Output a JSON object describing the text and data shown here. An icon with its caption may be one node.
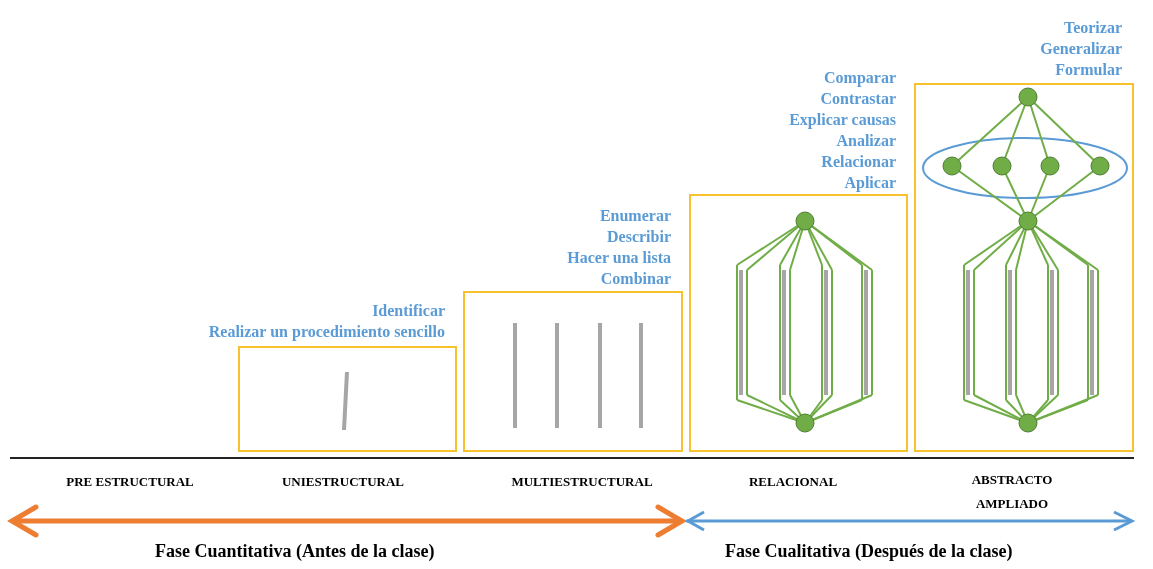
{
  "diagram": {
    "nodes": [
      {
        "text": [
          "Identificar",
          "Realizar un procedimiento sencillo"
        ]
      },
      {
        "text": [
          "Enumerar",
          "Describir",
          "Hacer una lista",
          "Combinar"
        ]
      },
      {
        "text": [
          "Comparar",
          "Contrastar",
          "Explicar causas",
          "Analizar",
          "Relacionar",
          "Aplicar"
        ]
      },
      {
        "text": [
          "Teorizar",
          "Generalizar",
          "Formular"
        ]
      }
    ],
    "labels": [
      "PRE ESTRUCTURAL",
      "UNIESTRUCTURAL",
      "MULTIESTRUCTURAL",
      "RELACIONAL",
      "ABSTRACTO AMPLIADO",
      "Fase Cuantitativa (Antes de la clase)",
      "Fase Cualitativa (Después de la clase)"
    ]
  }
}
